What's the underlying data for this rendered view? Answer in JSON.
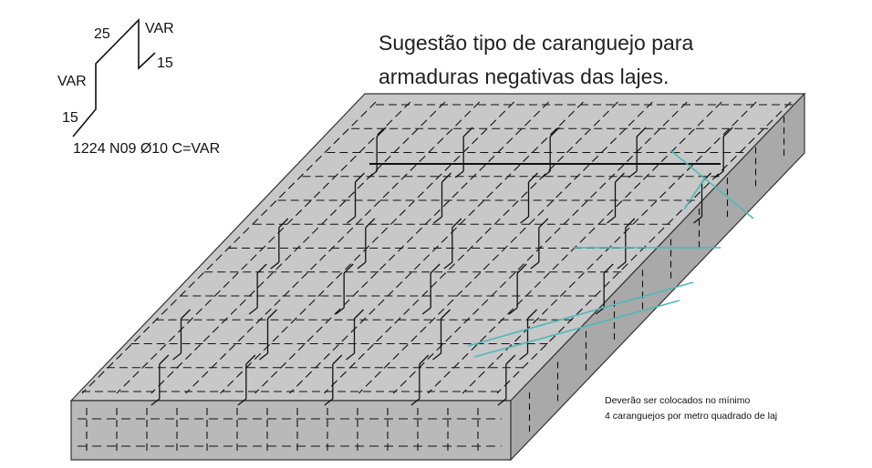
{
  "title": {
    "line1": "Sugestão tipo de caranguejo para",
    "line2": "armaduras negativas das lajes."
  },
  "bar_detail": {
    "dim_top": "25",
    "dim_top_right": "VAR",
    "dim_right_leg": "15",
    "dim_left": "VAR",
    "dim_bottom_leg": "15",
    "spec": "1224 N09 Ø10 C=VAR"
  },
  "note": {
    "line1": "Deverão ser colocados no mínimo",
    "line2": "4 caranguejos por metro quadrado de laj"
  },
  "colors": {
    "slab_top": "#c8c8c8",
    "slab_front": "#b9b9b9",
    "slab_side": "#a9a9a9",
    "rebar": "#111111",
    "marker": "#4fb8b8"
  }
}
